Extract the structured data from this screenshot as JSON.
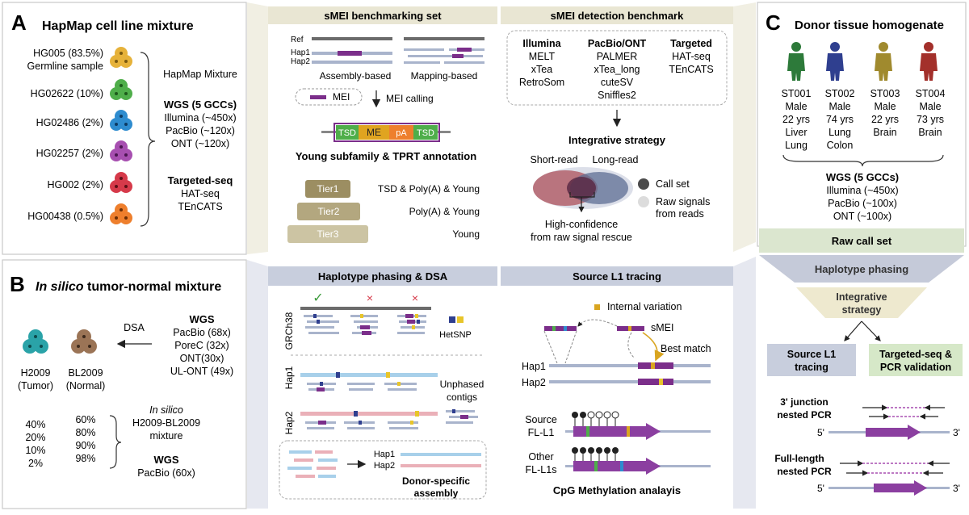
{
  "panelA": {
    "letter": "A",
    "title": "HapMap cell line mixture",
    "samples": [
      {
        "label1": "HG005 (83.5%)",
        "label2": "Germline sample",
        "color": "#e6b23a"
      },
      {
        "label1": "HG02622 (10%)",
        "color": "#4fae4a"
      },
      {
        "label1": "HG02486 (2%)",
        "color": "#2e8ccf"
      },
      {
        "label1": "HG02257 (2%)",
        "color": "#a74fb0"
      },
      {
        "label1": "HG002 (2%)",
        "color": "#d63a4a"
      },
      {
        "label1": "HG00438 (0.5%)",
        "color": "#ee7f2d"
      }
    ],
    "mixture": "HapMap Mixture",
    "wgs_title": "WGS (5 GCCs)",
    "wgs_items": [
      "Illumina (~450x)",
      "PacBio (~120x)",
      "ONT (~120x)"
    ],
    "targeted_title": "Targeted-seq",
    "targeted_items": [
      "HAT-seq",
      "TEnCATS"
    ]
  },
  "bench": {
    "title": "sMEI benchmarking set",
    "ref": "Ref",
    "hap1": "Hap1",
    "hap2": "Hap2",
    "assembly": "Assembly-based",
    "mapping": "Mapping-based",
    "mei": "MEI",
    "calling": "MEI calling",
    "tsd": "TSD",
    "me": "ME",
    "pa": "pA",
    "annotation": "Young subfamily & TPRT annotation",
    "tiers": [
      {
        "name": "Tier1",
        "desc": "TSD & Poly(A) & Young"
      },
      {
        "name": "Tier2",
        "desc": "Poly(A) & Young"
      },
      {
        "name": "Tier3",
        "desc": "Young"
      }
    ]
  },
  "detect": {
    "title": "sMEI detection benchmark",
    "columns": [
      {
        "title": "Illumina",
        "items": [
          "MELT",
          "xTea",
          "RetroSom"
        ]
      },
      {
        "title": "PacBio/ONT",
        "items": [
          "PALMER",
          "xTea_long",
          "cuteSV",
          "Sniffles2"
        ]
      },
      {
        "title": "Targeted",
        "items": [
          "HAT-seq",
          "TEnCATS"
        ]
      }
    ],
    "strategy": "Integrative strategy",
    "short": "Short-read",
    "long": "Long-read",
    "callset": "Call set",
    "raw1": "Raw signals",
    "raw2": "from reads",
    "hc1": "High-confidence",
    "hc2": "from raw signal rescue"
  },
  "panelC": {
    "letter": "C",
    "title": "Donor tissue homogenate",
    "donors": [
      {
        "id": "ST001",
        "sex": "Male",
        "age": "22 yrs",
        "tissues": [
          "Liver",
          "Lung"
        ],
        "color": "#2d7a3a"
      },
      {
        "id": "ST002",
        "sex": "Male",
        "age": "74 yrs",
        "tissues": [
          "Lung",
          "Colon"
        ],
        "color": "#2f3f8f"
      },
      {
        "id": "ST003",
        "sex": "Male",
        "age": "22 yrs",
        "tissues": [
          "Brain"
        ],
        "color": "#a08a2e"
      },
      {
        "id": "ST004",
        "sex": "Male",
        "age": "73 yrs",
        "tissues": [
          "Brain"
        ],
        "color": "#a3302b"
      }
    ],
    "wgs_title": "WGS (5 GCCs)",
    "wgs_items": [
      "Illumina (~450x)",
      "PacBio (~100x)",
      "ONT (~100x)"
    ],
    "raw_call": "Raw call set",
    "phasing": "Haplotype phasing",
    "integ1": "Integrative",
    "integ2": "strategy",
    "source1": "Source L1",
    "source2": "tracing",
    "targ1": "Targeted-seq &",
    "targ2": "PCR validation",
    "junction1": "3' junction",
    "junction2": "nested PCR",
    "full1": "Full-length",
    "full2": "nested PCR",
    "five": "5'",
    "three": "3'"
  },
  "panelB": {
    "letter": "B",
    "title_italic": "In silico",
    "title_rest": " tumor-normal mixture",
    "tumor_name": "H2009",
    "tumor_sub": "(Tumor)",
    "normal_name": "BL2009",
    "normal_sub": "(Normal)",
    "dsa": "DSA",
    "wgs_title": "WGS",
    "wgs_items": [
      "PacBio (68x)",
      "PoreC (32x)",
      "ONT(30x)",
      "UL-ONT (49x)"
    ],
    "pct_tumor": [
      "40%",
      "20%",
      "10%",
      "2%"
    ],
    "pct_normal": [
      "60%",
      "80%",
      "90%",
      "98%"
    ],
    "insilico": "In silico",
    "mixture1": "H2009-BL2009",
    "mixture2": "mixture",
    "wgs2_title": "WGS",
    "wgs2_item": "PacBio (60x)"
  },
  "phasing": {
    "title": "Haplotype phasing & DSA",
    "grch": "GRCh38",
    "check": "✓",
    "cross": "×",
    "hetsnp": "HetSNP",
    "hap1": "Hap1",
    "hap2": "Hap2",
    "unphased1": "Unphased",
    "unphased2": "contigs",
    "dsa1": "Donor-specific",
    "dsa2": "assembly"
  },
  "tracing": {
    "title": "Source L1 tracing",
    "internal": "Internal variation",
    "smei": "sMEI",
    "best": "Best match",
    "hap1": "Hap1",
    "hap2": "Hap2",
    "source1": "Source",
    "source2": "FL-L1",
    "other1": "Other",
    "other2": "FL-L1s",
    "cpg": "CpG Methylation analayis"
  }
}
